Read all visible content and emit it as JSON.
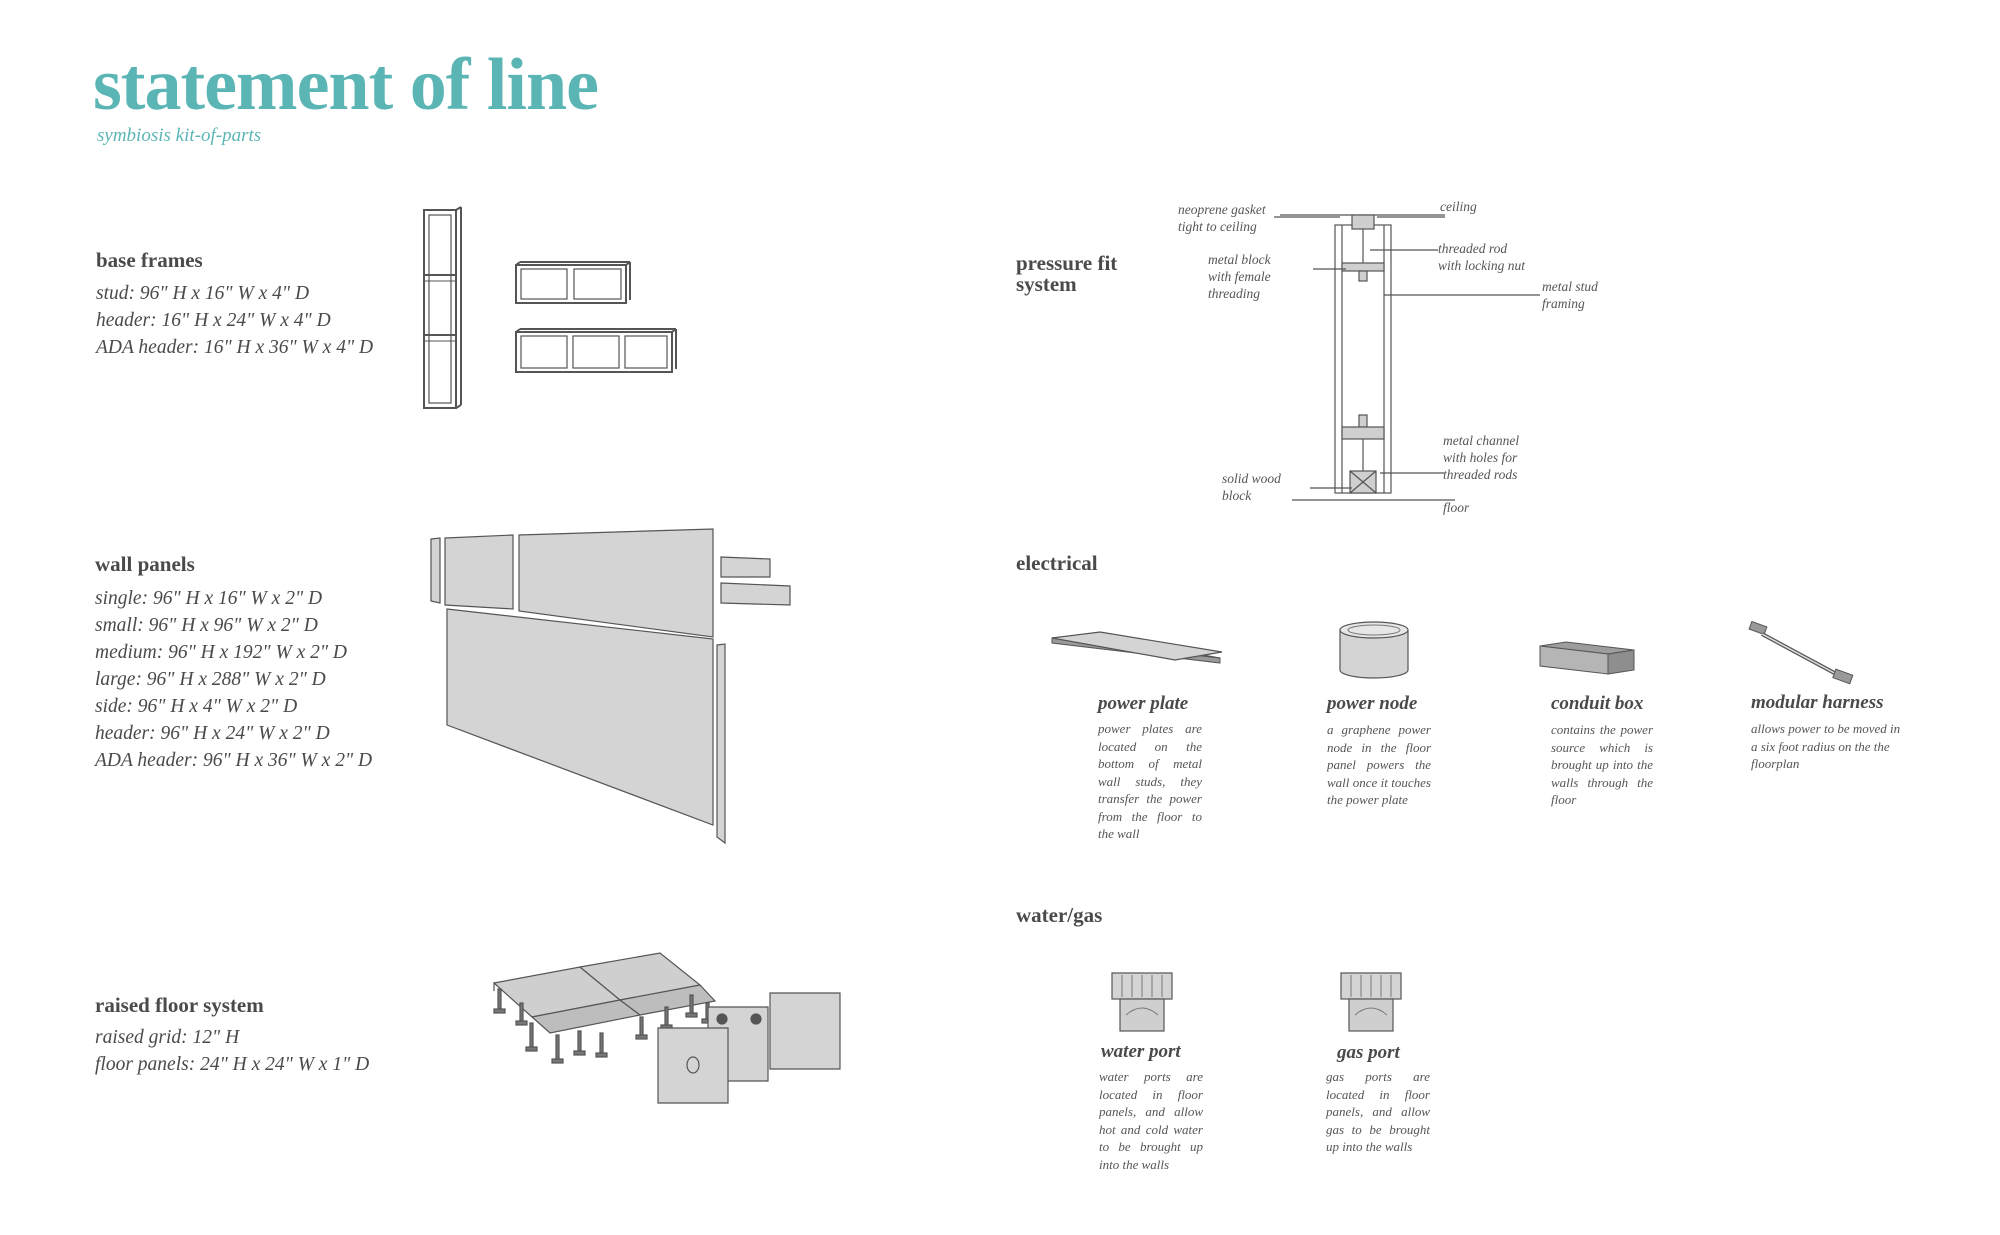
{
  "header": {
    "title": "statement of line",
    "subtitle": "symbiosis kit-of-parts"
  },
  "sections": {
    "base_frames": {
      "heading": "base frames",
      "specs": [
        "stud: 96\" H x 16\" W x 4\" D",
        "header: 16\" H x 24\" W x 4\" D",
        "ADA header: 16\" H x 36\" W x 4\" D"
      ]
    },
    "wall_panels": {
      "heading": "wall panels",
      "specs": [
        "single: 96\" H x 16\" W x 2\" D",
        "small: 96\" H x 96\" W x 2\" D",
        "medium: 96\" H x 192\" W x 2\" D",
        "large: 96\" H x 288\" W x 2\" D",
        "side: 96\" H x 4\" W x 2\" D",
        "header: 96\" H x 24\" W x 2\" D",
        "ADA header: 96\" H x 36\" W x 2\" D"
      ]
    },
    "raised_floor": {
      "heading": "raised floor system",
      "specs": [
        "raised grid: 12\" H",
        "floor panels: 24\" H x 24\" W x 1\" D"
      ]
    },
    "pressure_fit": {
      "heading": "pressure fit\nsystem",
      "callouts": {
        "neoprene": "neoprene gasket\ntight to ceiling",
        "ceiling": "ceiling",
        "threaded_rod": "threaded rod\nwith locking nut",
        "metal_block": "metal block\nwith female\nthreading",
        "metal_stud": "metal stud\nframing",
        "metal_channel": "metal channel\nwith holes for\nthreaded rods",
        "solid_wood": "solid wood\nblock",
        "floor": "floor"
      }
    },
    "electrical": {
      "heading": "electrical",
      "items": [
        {
          "name": "power plate",
          "desc": "power plates are located on the bottom of metal wall studs, they transfer the power from the floor to the wall"
        },
        {
          "name": "power node",
          "desc": "a graphene power node in the floor panel powers the wall once it touches the power plate"
        },
        {
          "name": "conduit box",
          "desc": "contains the power source which is brought up into the walls through the floor"
        },
        {
          "name": "modular harness",
          "desc": "allows power to be moved in a six foot radius on the the floorplan"
        }
      ]
    },
    "water_gas": {
      "heading": "water/gas",
      "items": [
        {
          "name": "water port",
          "desc": "water ports are located in floor panels, and allow hot and cold water to be brought up into the walls"
        },
        {
          "name": "gas port",
          "desc": "gas ports are located in floor panels, and allow gas to be brought up into the walls"
        }
      ]
    }
  },
  "icons": {
    "base_frames": "base-frames-drawing-icon",
    "wall_panels": "wall-panels-drawing-icon",
    "raised_floor": "raised-floor-drawing-icon",
    "pressure_fit": "pressure-fit-section-drawing-icon",
    "power_plate": "power-plate-icon",
    "power_node": "power-node-icon",
    "conduit_box": "conduit-box-icon",
    "modular_harness": "modular-harness-icon",
    "water_port": "water-port-icon",
    "gas_port": "gas-port-icon"
  },
  "colors": {
    "accent": "#5bb5b5",
    "text": "#4a4a4a",
    "panel_fill": "#d4d4d4",
    "line": "#555555"
  }
}
